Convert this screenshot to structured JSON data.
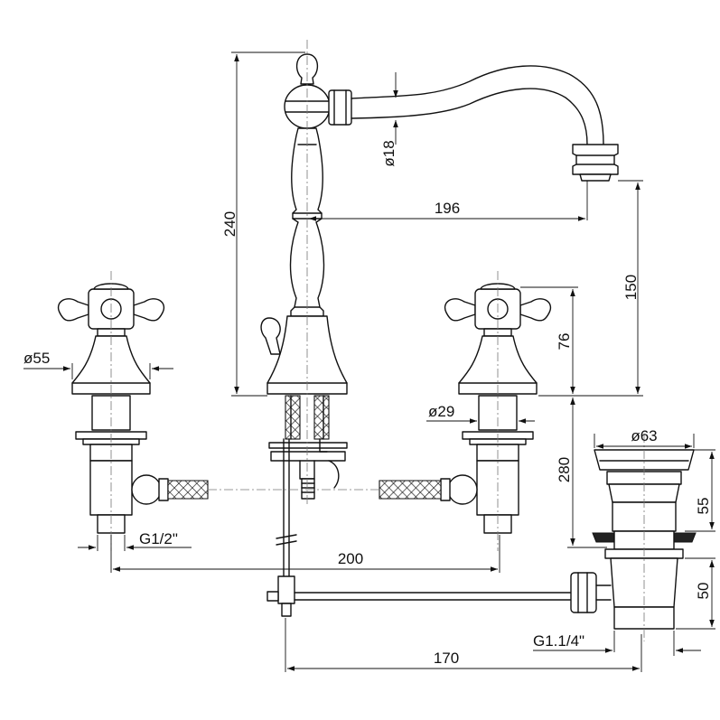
{
  "dimensions": {
    "spout_height": "240",
    "spout_diameter": "ø18",
    "spout_reach": "196",
    "spout_outlet_height": "150",
    "handle_height": "76",
    "handle_base_diameter": "ø55",
    "body_diameter": "ø29",
    "waste_flange_diameter": "ø63",
    "shank_length": "280",
    "waste_upper_height": "55",
    "waste_lower_height": "50",
    "handle_spacing": "200",
    "rod_length": "170",
    "inlet_thread": "G1/2\"",
    "waste_thread": "G1.1/4\""
  }
}
